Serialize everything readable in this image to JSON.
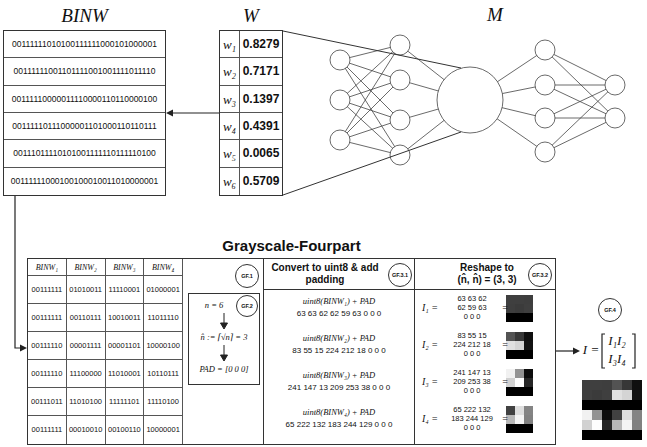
{
  "diagram": {
    "nodes": [
      {
        "text": [
          "BINW",
          "00111111010100111111000101000001",
          "00111111001101111001001111011110",
          "00111110000011110000110110000100",
          "00111110111000001101000110110111",
          "00111011110101001111110111110100",
          "00111111000100100010011010000001"
        ]
      },
      {
        "text": [
          "W",
          "w₁",
          "0.8279",
          "w₂",
          "0.7171",
          "w₃",
          "0.1397",
          "w₄",
          "0.4391",
          "w₅",
          "0.0065",
          "w₆",
          "0.5709"
        ]
      },
      {
        "text": [
          "Grayscale-Fourpart"
        ]
      },
      {
        "text": [
          "BINW₁",
          "BINW₂",
          "BINW₃",
          "BINW₄",
          "00111111",
          "01010011",
          "11110001",
          "01000001",
          "00111111",
          "00110111",
          "10010011",
          "11011110",
          "00111110",
          "00001111",
          "00001101",
          "10000100",
          "00111110",
          "11100000",
          "11010001",
          "10110111",
          "00111011",
          "11010100",
          "11111101",
          "11110100",
          "00111111",
          "00010010",
          "00100110",
          "10000001"
        ],
        "in": 2
      },
      {
        "text": [
          "GF.1"
        ],
        "in": 2
      },
      {
        "text": [
          "n = 6",
          "n̂ := ⌈√n⌉ = 3",
          "PAD = [0 0 0]"
        ],
        "in": 2
      },
      {
        "text": [
          "GF.2"
        ],
        "in": 5
      },
      {
        "text": [
          "Convert to uint8 & add padding",
          "uint8(BINW₁) + PAD",
          "63 63 62 62 59 63 0 0 0",
          "uint8(BINW₂) + PAD",
          "83 55 15 224 212 18 0 0 0",
          "uint8(BINW₃) + PAD",
          "241 147 13 209 253 38 0 0 0",
          "uint8(BINW₄) + PAD",
          "65 222 132 183 244 129 0 0 0"
        ],
        "in": 2
      },
      {
        "text": [
          "GF.3.1"
        ],
        "in": 7
      },
      {
        "text": [
          "Reshape to (n̂, n̂) = (3, 3)",
          "I₁ =",
          "63 63 62",
          "62 59 63",
          "0 0 0",
          "=",
          "I₂ =",
          "83 55 15",
          "224 212 18",
          "0 0 0",
          "=",
          "I₃ =",
          "241 147 13",
          "209 253 38",
          "0 0 0",
          "=",
          "I₄ =",
          "65 222 132",
          "183 244 129",
          "0 0 0",
          "="
        ],
        "in": 2
      },
      {
        "text": [
          "GF.3.2"
        ],
        "in": 9
      },
      {
        "text": [
          "I =",
          "I₁I₂",
          "I₃I₄"
        ]
      },
      {
        "text": [
          "GF.4"
        ]
      }
    ],
    "edges": [
      {
        "from": 1,
        "to": 0,
        "arrow": "to"
      },
      {
        "from": 0,
        "to": 2,
        "arrow": "to"
      },
      {
        "from": 9,
        "to": 11,
        "arrow": "to"
      }
    ],
    "labels": [
      "M"
    ]
  }
}
